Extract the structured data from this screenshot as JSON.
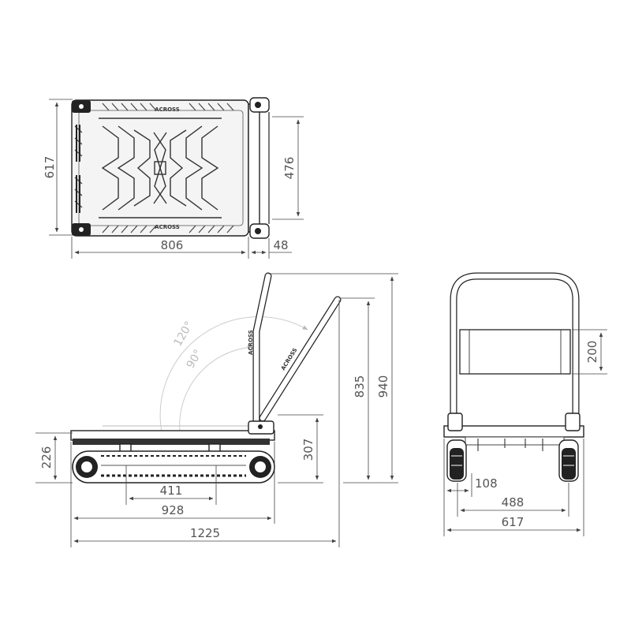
{
  "drawing": {
    "brand": "ACROSS",
    "top_view": {
      "length": "806",
      "width": "617",
      "handle_span": "476",
      "handle_depth": "48"
    },
    "side_view": {
      "wheelbase": "411",
      "deck_length": "928",
      "total_length": "1225",
      "deck_height": "226",
      "handle_joint_height": "307",
      "folded_handle_height": "835",
      "total_height": "940",
      "angle_open": "120°",
      "angle_upright": "90°"
    },
    "front_view": {
      "grip_height": "200",
      "wheel_offset": "108",
      "wheel_track": "488",
      "total_width": "617"
    }
  }
}
